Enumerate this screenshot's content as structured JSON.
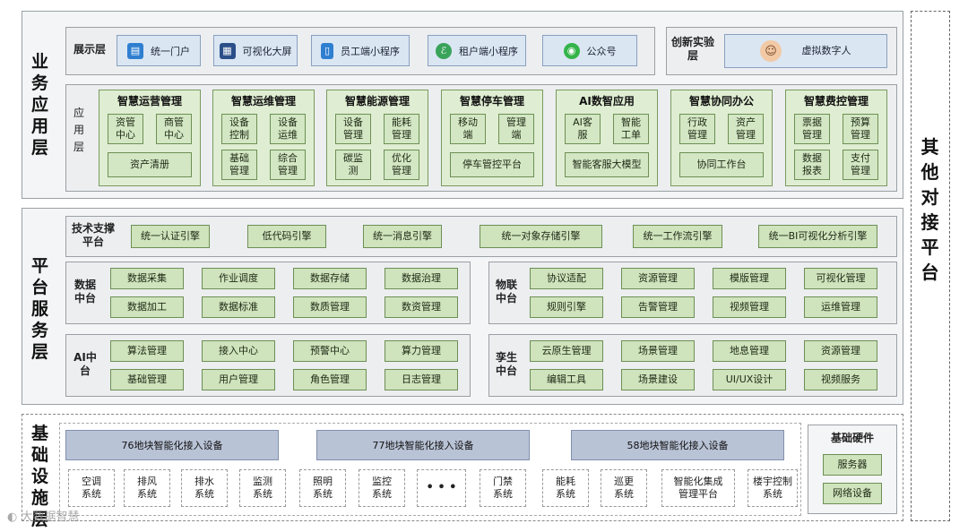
{
  "titles": {
    "business_layer": "业务应用层",
    "platform_layer": "平台服务层",
    "infra_layer": "基础设施层",
    "other_platform": "其他对接平台"
  },
  "display": {
    "label": "展示层",
    "items": [
      {
        "label": "统一门户",
        "icon": "portal-icon"
      },
      {
        "label": "可视化大屏",
        "icon": "dashboard-screen-icon"
      },
      {
        "label": "员工端小程序",
        "icon": "phone-icon"
      },
      {
        "label": "租户端小程序",
        "icon": "mini-program-icon"
      },
      {
        "label": "公众号",
        "icon": "wechat-icon"
      }
    ]
  },
  "innovation": {
    "label": "创新实验层",
    "item": "虚拟数字人",
    "icon": "digital-human-icon"
  },
  "apps": {
    "label": "应用层",
    "groups": [
      {
        "title": "智慧运营管理",
        "items": [
          "资管中心",
          "商管中心",
          "资产清册"
        ]
      },
      {
        "title": "智慧运维管理",
        "items": [
          "设备控制",
          "设备运维",
          "基础管理",
          "综合管理"
        ]
      },
      {
        "title": "智慧能源管理",
        "items": [
          "设备管理",
          "能耗管理",
          "碳监测",
          "优化管理"
        ]
      },
      {
        "title": "智慧停车管理",
        "items": [
          "移动端",
          "管理端",
          "停车管控平台"
        ]
      },
      {
        "title": "AI数智应用",
        "items": [
          "AI客服",
          "智能工单",
          "智能客服大模型"
        ]
      },
      {
        "title": "智慧协同办公",
        "items": [
          "行政管理",
          "资产管理",
          "协同工作台"
        ]
      },
      {
        "title": "智慧费控管理",
        "items": [
          "票据管理",
          "预算管理",
          "数据报表",
          "支付管理"
        ]
      }
    ]
  },
  "tech": {
    "label": "技术支撑平台",
    "items": [
      "统一认证引擎",
      "低代码引擎",
      "统一消息引擎",
      "统一对象存储引擎",
      "统一工作流引擎",
      "统一BI可视化分析引擎"
    ]
  },
  "data_center": {
    "label": "数据中台",
    "items": [
      "数据采集",
      "作业调度",
      "数据存储",
      "数据治理",
      "数据加工",
      "数据标准",
      "数质管理",
      "数资管理"
    ]
  },
  "iot_center": {
    "label": "物联中台",
    "items": [
      "协议适配",
      "资源管理",
      "模版管理",
      "可视化管理",
      "规则引擎",
      "告警管理",
      "视频管理",
      "运维管理"
    ]
  },
  "ai_center": {
    "label": "AI中台",
    "items": [
      "算法管理",
      "接入中心",
      "预警中心",
      "算力管理",
      "基础管理",
      "用户管理",
      "角色管理",
      "日志管理"
    ]
  },
  "twin_center": {
    "label": "孪生中台",
    "items": [
      "云原生管理",
      "场景管理",
      "地息管理",
      "资源管理",
      "编辑工具",
      "场景建设",
      "UI/UX设计",
      "视频服务"
    ]
  },
  "infra": {
    "access_bars": [
      "76地块智能化接入设备",
      "77地块智能化接入设备",
      "58地块智能化接入设备"
    ],
    "systems": [
      "空调系统",
      "排风系统",
      "排水系统",
      "监测系统",
      "照明系统",
      "监控系统",
      "• • •",
      "门禁系统",
      "能耗系统",
      "巡更系统",
      "智能化集成管理平台",
      "楼宇控制系统"
    ],
    "hardware_label": "基础硬件",
    "hardware": [
      "服务器",
      "网络设备"
    ]
  },
  "watermark": "大数据智慧"
}
